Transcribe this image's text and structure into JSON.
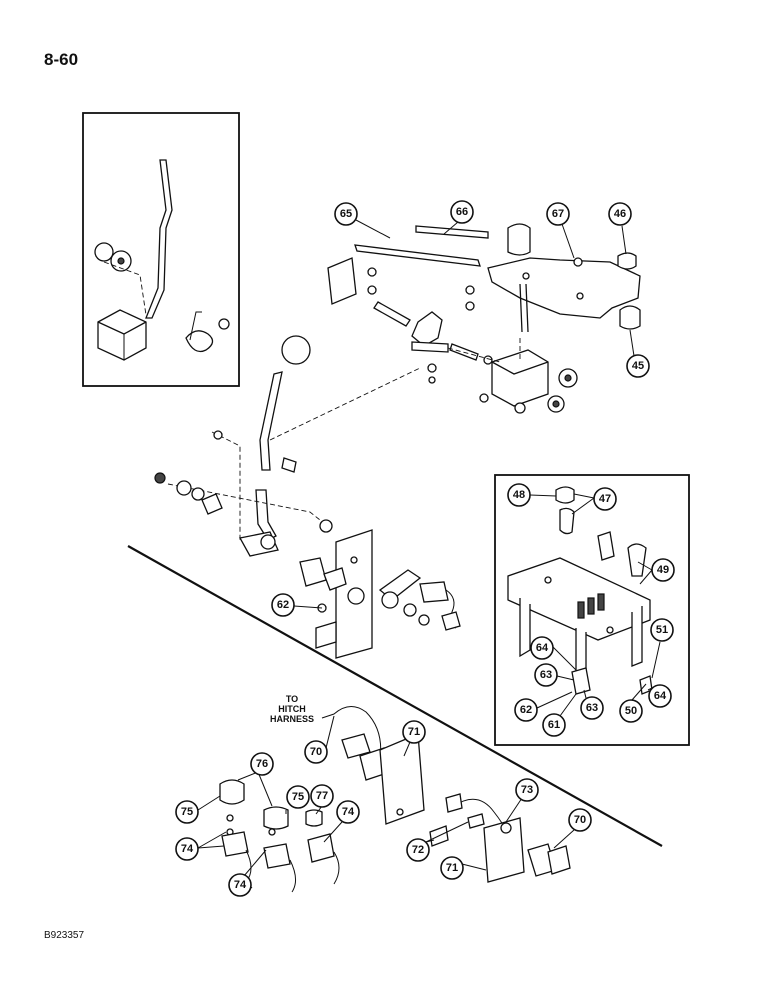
{
  "page": {
    "number": "8-60",
    "figure_id": "B923357"
  },
  "harness_label": {
    "line1": "TO",
    "line2": "HITCH",
    "line3": "HARNESS"
  },
  "callouts": [
    "65",
    "66",
    "67",
    "46",
    "45",
    "48",
    "47",
    "49",
    "51",
    "64",
    "50",
    "63",
    "62",
    "61",
    "70",
    "71",
    "73",
    "72",
    "76",
    "75",
    "77",
    "74"
  ]
}
